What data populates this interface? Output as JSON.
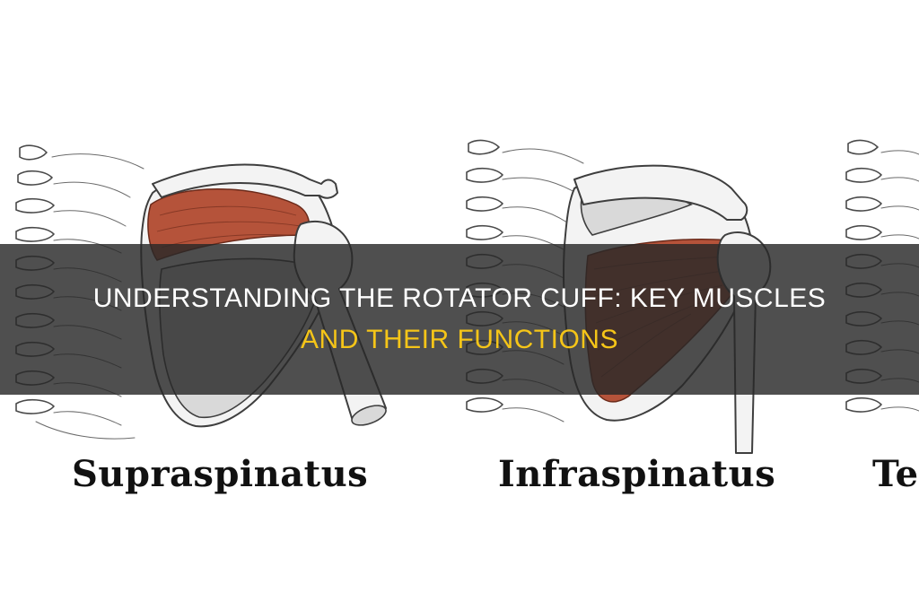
{
  "banner": {
    "title_line_1": "UNDERSTANDING THE ROTATOR CUFF: KEY MUSCLES",
    "title_line_2": "AND THEIR FUNCTIONS",
    "colors": {
      "title_primary": "#ffffff",
      "title_accent": "#f5c518",
      "band_background": "#282828"
    }
  },
  "panels": [
    {
      "label": "Supraspinatus",
      "muscle_color": "#b5533a"
    },
    {
      "label": "Infraspinatus",
      "muscle_color": "#b5533a"
    },
    {
      "label": "Te",
      "muscle_color": "#b5533a"
    }
  ]
}
